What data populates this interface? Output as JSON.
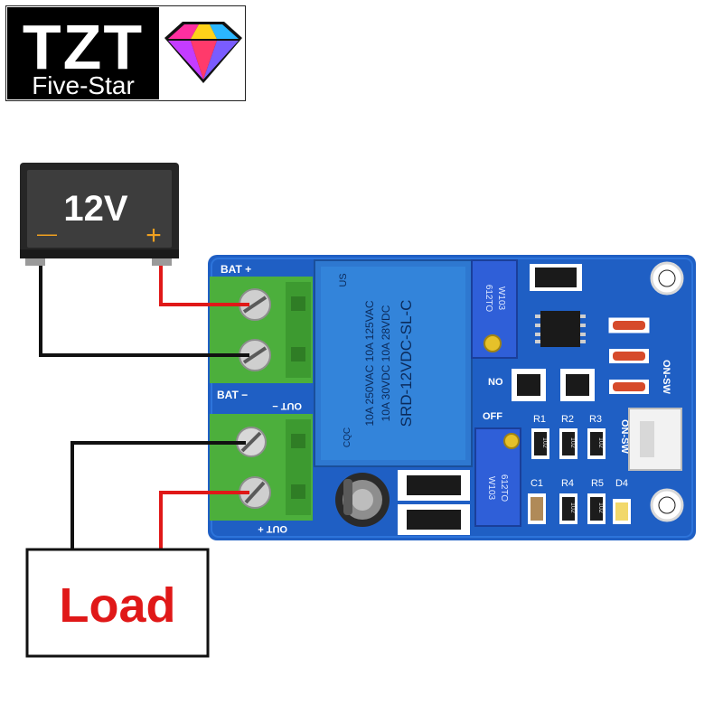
{
  "logo": {
    "brand": "TZT",
    "tagline": "Five-Star",
    "mark": "diamond-gem-icon"
  },
  "battery": {
    "voltage_label": "12V",
    "minus_symbol": "—",
    "plus_symbol": "+"
  },
  "board": {
    "bat_plus_label": "BAT +",
    "bat_minus_label": "BAT −",
    "out_minus_label": "OUT −",
    "out_plus_label": "OUT +",
    "relay": {
      "brand": "US",
      "rating_line1": "10A 250VAC 10A 125VAC",
      "rating_line2": "10A 30VDC 10A 28VDC",
      "model": "SRD-12VDC-SL-C",
      "cert": "CQC"
    },
    "pot_top": {
      "line1": "W103",
      "line2": "612TO"
    },
    "pot_bottom": {
      "line1": "612TO",
      "line2": "W103"
    },
    "no_label": "NO",
    "off_label": "OFF",
    "onsw_top": "ON-SW",
    "onsw_side": "ON-SW",
    "components": [
      "R1",
      "R2",
      "R3",
      "C1",
      "R4",
      "R5",
      "D4"
    ],
    "resistor_code": "102"
  },
  "load": {
    "label": "Load"
  },
  "colors": {
    "board_blue": "#1f5fc4",
    "terminal_green": "#4caf3c",
    "relay_blue": "#2e78d0",
    "wire_red": "#e01818",
    "wire_black": "#111111",
    "load_text": "#e01818"
  }
}
